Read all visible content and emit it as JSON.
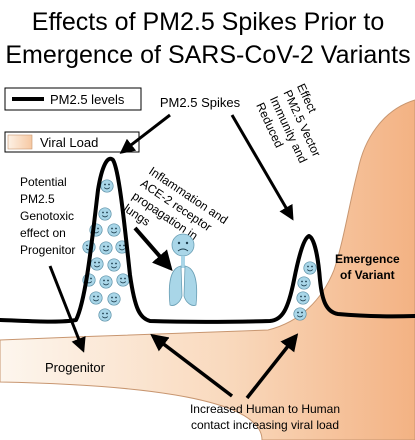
{
  "title": {
    "line1": "Effects of PM2.5 Spikes Prior to",
    "line2": "Emergence of  SARS-CoV-2 Variants"
  },
  "legend": {
    "pm25": "PM2.5 levels",
    "viral_load": "Viral Load"
  },
  "labels": {
    "pm25_spikes": "PM2.5 Spikes",
    "genotoxic": [
      "Potential",
      "PM2.5",
      "Genotoxic",
      "effect on",
      "Progenitor"
    ],
    "inflammation": [
      "Inflammation and",
      "ACE-2 receptor",
      "propagation in",
      "lungs"
    ],
    "reduced_immunity": [
      "Reduced",
      "Immunity and",
      "PM2.5 Vector",
      "Effect"
    ],
    "emergence": [
      "Emergence",
      "of Variant"
    ],
    "progenitor": "Progenitor",
    "contact": [
      "Increased Human to Human",
      "contact increasing viral load"
    ]
  },
  "colors": {
    "viral_load_light": "#fdf1e5",
    "viral_load_dark": "#f5b88a",
    "virus_face": "#a9d6e8",
    "lungs": "#a9d6e8",
    "line": "#000000"
  },
  "icons": {
    "virus": "smiley-face-icon",
    "person": "person-with-lungs-icon"
  }
}
